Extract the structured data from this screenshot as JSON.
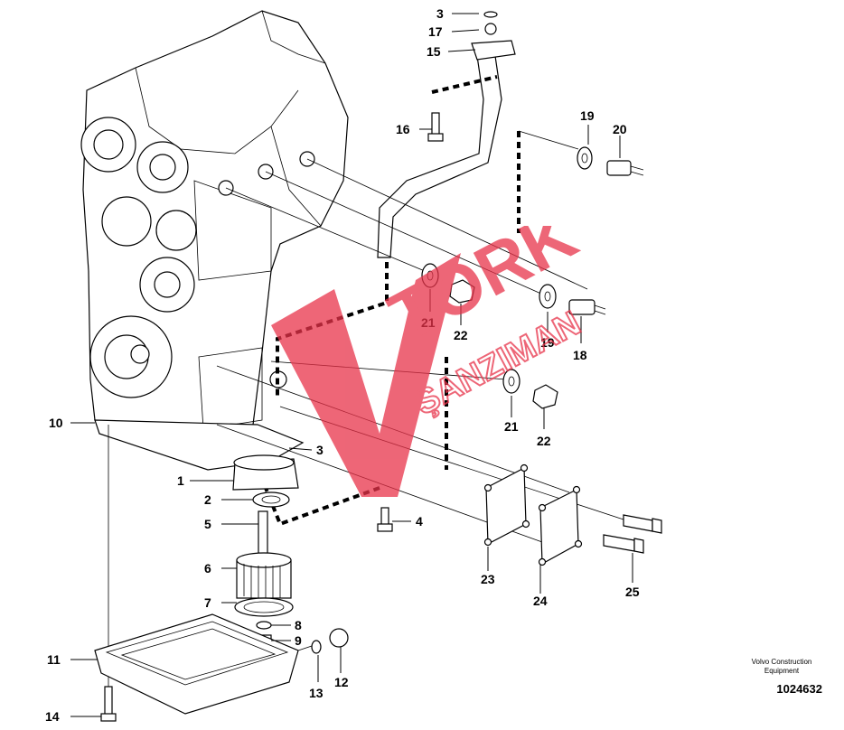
{
  "callouts": {
    "c1": "1",
    "c2": "2",
    "c3a": "3",
    "c3b": "3",
    "c4": "4",
    "c5": "5",
    "c6": "6",
    "c7": "7",
    "c8": "8",
    "c9": "9",
    "c10": "10",
    "c11": "11",
    "c12": "12",
    "c13": "13",
    "c14": "14",
    "c15": "15",
    "c16": "16",
    "c17": "17",
    "c18": "18",
    "c19a": "19",
    "c19b": "19",
    "c20": "20",
    "c21a": "21",
    "c21b": "21",
    "c22a": "22",
    "c22b": "22",
    "c23": "23",
    "c24": "24",
    "c25": "25"
  },
  "credit": {
    "line1": "Volvo Construction",
    "line2": "Equipment"
  },
  "document_number": "1024632",
  "watermark": {
    "line1": "TORK",
    "line2": "ŞANZIMAN",
    "color": "#e8334a"
  }
}
